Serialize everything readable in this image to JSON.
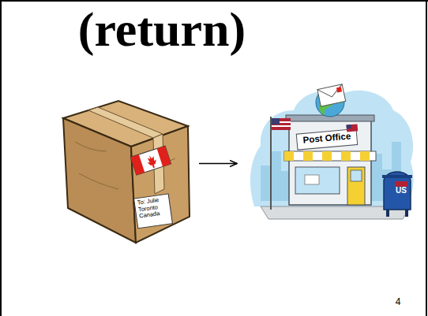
{
  "diagram": {
    "title": "(return)",
    "nodes": [
      {
        "text": [
          "To: Julie Toronto Canada"
        ]
      },
      {
        "text": [
          "Post Office",
          "US"
        ]
      }
    ],
    "edges": [
      {
        "from": 0,
        "to": 1,
        "arrow": "to"
      }
    ],
    "labels": [
      "4"
    ]
  }
}
